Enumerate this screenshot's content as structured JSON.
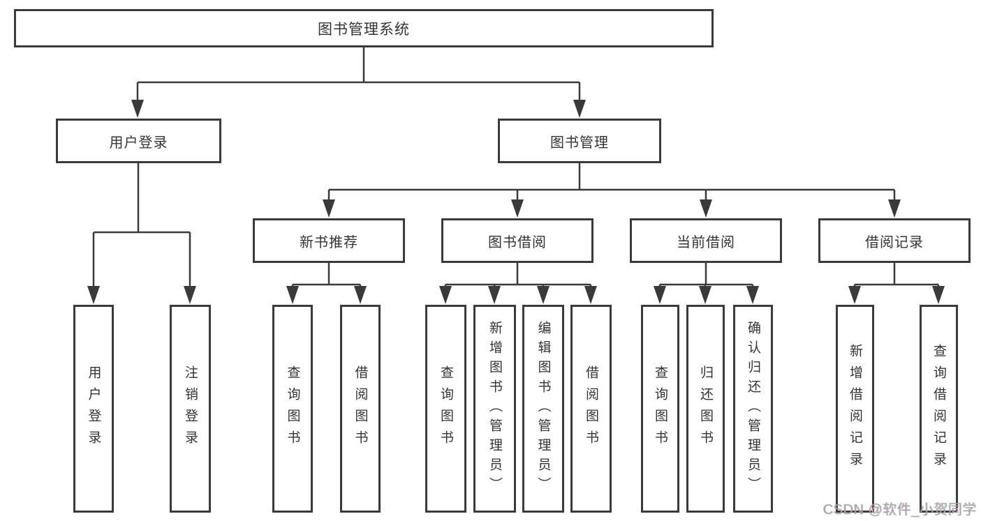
{
  "tree": {
    "root": {
      "label": "图书管理系统",
      "children": [
        {
          "label": "用户登录",
          "children": [
            {
              "label": "用户登录"
            },
            {
              "label": "注销登录"
            }
          ]
        },
        {
          "label": "图书管理",
          "children": [
            {
              "label": "新书推荐",
              "children": [
                {
                  "label": "查询图书"
                },
                {
                  "label": "借阅图书"
                }
              ]
            },
            {
              "label": "图书借阅",
              "children": [
                {
                  "label": "查询图书"
                },
                {
                  "label": "新增图书（管理员）"
                },
                {
                  "label": "编辑图书（管理员）"
                },
                {
                  "label": "借阅图书"
                }
              ]
            },
            {
              "label": "当前借阅",
              "children": [
                {
                  "label": "查询图书"
                },
                {
                  "label": "归还图书"
                },
                {
                  "label": "确认归还（管理员）"
                }
              ]
            },
            {
              "label": "借阅记录",
              "children": [
                {
                  "label": "新增借阅记录"
                },
                {
                  "label": "查询借阅记录"
                }
              ]
            }
          ]
        }
      ]
    }
  },
  "watermark": "CSDN @软件_小贺同学",
  "colors": {
    "line": "#3a3a3a",
    "text": "#333333",
    "background": "#ffffff",
    "watermark": "#a6a6a6"
  }
}
